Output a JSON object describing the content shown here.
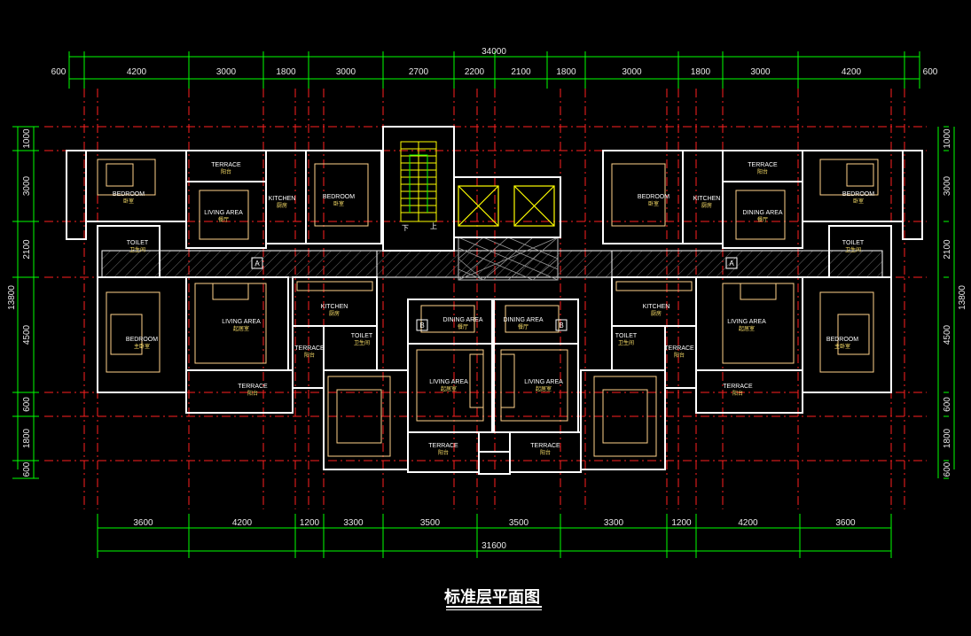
{
  "drawing": {
    "title": "标准层平面图",
    "overall_top": "34000",
    "overall_bottom": "31600",
    "top_dims": [
      "600",
      "4200",
      "3000",
      "1800",
      "3000",
      "2700",
      "2200",
      "2100",
      "1800",
      "3000",
      "1800",
      "3000",
      "4200",
      "600"
    ],
    "bottom_dims": [
      "3600",
      "4200",
      "1200",
      "3300",
      "3500",
      "3500",
      "3300",
      "1200",
      "4200",
      "3600"
    ],
    "left_dims": [
      "1000",
      "3000",
      "2100",
      "4500",
      "600",
      "1800",
      "600"
    ],
    "left_total": "13800",
    "right_dims": [
      "1000",
      "3000",
      "2100",
      "4500",
      "600",
      "1800",
      "600"
    ],
    "right_total": "13800",
    "stair_labels": {
      "down": "下",
      "up": "上"
    },
    "unit_marks": [
      "A",
      "A",
      "B",
      "B"
    ],
    "rooms": [
      {
        "en": "BEDROOM",
        "cn": "卧室"
      },
      {
        "en": "TERRACE",
        "cn": "阳台"
      },
      {
        "en": "LIVING AREA",
        "cn": "餐厅"
      },
      {
        "en": "KITCHEN",
        "cn": "厨房"
      },
      {
        "en": "BEDROOM",
        "cn": "卧室"
      },
      {
        "en": "TOILET",
        "cn": "卫生间"
      },
      {
        "en": "BEDROOM",
        "cn": "主卧室"
      },
      {
        "en": "LIVING AREA",
        "cn": "起居室"
      },
      {
        "en": "KITCHEN",
        "cn": "厨房"
      },
      {
        "en": "TERRACE",
        "cn": "阳台"
      },
      {
        "en": "TOILET",
        "cn": "卫生间"
      },
      {
        "en": "TERRACE",
        "cn": "阳台"
      },
      {
        "en": "DINING AREA",
        "cn": "餐厅"
      },
      {
        "en": "LIVING AREA",
        "cn": "起居室"
      },
      {
        "en": "TERRACE",
        "cn": "阳台"
      },
      {
        "en": "DINING AREA",
        "cn": "餐厅"
      },
      {
        "en": "LIVING AREA",
        "cn": "起居室"
      },
      {
        "en": "TERRACE",
        "cn": "阳台"
      },
      {
        "en": "TOILET",
        "cn": "卫生间"
      },
      {
        "en": "KITCHEN",
        "cn": "厨房"
      },
      {
        "en": "LIVING AREA",
        "cn": "起居室"
      },
      {
        "en": "TERRACE",
        "cn": "阳台"
      },
      {
        "en": "TERRACE",
        "cn": "阳台"
      },
      {
        "en": "BEDROOM",
        "cn": "主卧室"
      },
      {
        "en": "TERRACE",
        "cn": "阳台"
      },
      {
        "en": "BEDROOM",
        "cn": "卧室"
      },
      {
        "en": "KITCHEN",
        "cn": "厨房"
      },
      {
        "en": "DINING AREA",
        "cn": "餐厅"
      },
      {
        "en": "TOILET",
        "cn": "卫生间"
      },
      {
        "en": "BEDROOM",
        "cn": "卧室"
      }
    ],
    "colors": {
      "background": "#000000",
      "wall": "#ffffff",
      "dimension": "#00ff00",
      "axis": "#ff2020",
      "furniture": "#ffd28a",
      "stair": "#ffff00",
      "hatch": "#6f6f6f"
    }
  }
}
